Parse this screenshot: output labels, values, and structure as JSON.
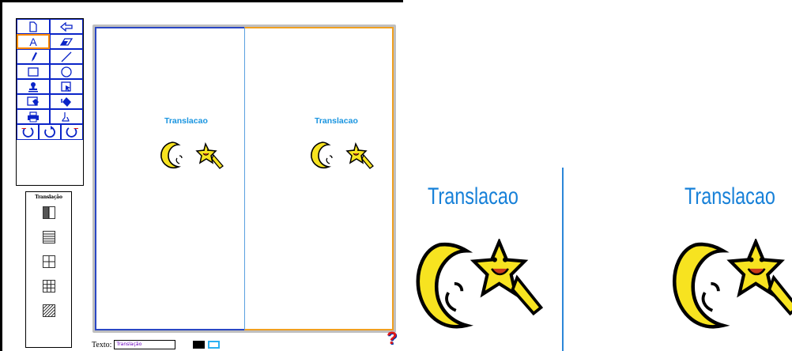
{
  "toolbar": {
    "tools": [
      {
        "name": "new-page",
        "icon": "page-icon"
      },
      {
        "name": "back",
        "icon": "arrow-left-icon"
      },
      {
        "name": "text",
        "icon": "text-icon",
        "label": "A",
        "selected": true
      },
      {
        "name": "eraser",
        "icon": "eraser-icon"
      },
      {
        "name": "pencil",
        "icon": "pencil-icon"
      },
      {
        "name": "line",
        "icon": "line-icon"
      },
      {
        "name": "rectangle",
        "icon": "rectangle-icon"
      },
      {
        "name": "ellipse",
        "icon": "circle-icon"
      },
      {
        "name": "stamp",
        "icon": "stamp-icon"
      },
      {
        "name": "select",
        "icon": "select-icon"
      },
      {
        "name": "fill",
        "icon": "fill-icon"
      },
      {
        "name": "paint-bucket",
        "icon": "paint-bucket-icon"
      },
      {
        "name": "print",
        "icon": "printer-icon"
      },
      {
        "name": "smudge",
        "icon": "smudge-icon"
      }
    ],
    "history": [
      "undo-icon",
      "reset-icon",
      "redo-icon"
    ]
  },
  "symmetry_panel": {
    "title": "Translação",
    "options": [
      "two-columns-icon",
      "horizontal-stripes-icon",
      "four-quadrants-icon",
      "grid-icon",
      "diagonal-pattern-icon"
    ]
  },
  "canvas": {
    "left_caption": "Translacao",
    "right_caption": "Translacao"
  },
  "bottom_bar": {
    "text_label": "Texto:",
    "text_value": "Translação",
    "colors": {
      "primary": "#000000",
      "secondary": "#2ab0f0"
    },
    "help": "?"
  },
  "zoom": {
    "left_caption": "Translacao",
    "right_caption": "Translacao"
  },
  "colors": {
    "accent": "#0a24c8",
    "selection": "#ff8a00",
    "caption": "#1a95e0"
  }
}
